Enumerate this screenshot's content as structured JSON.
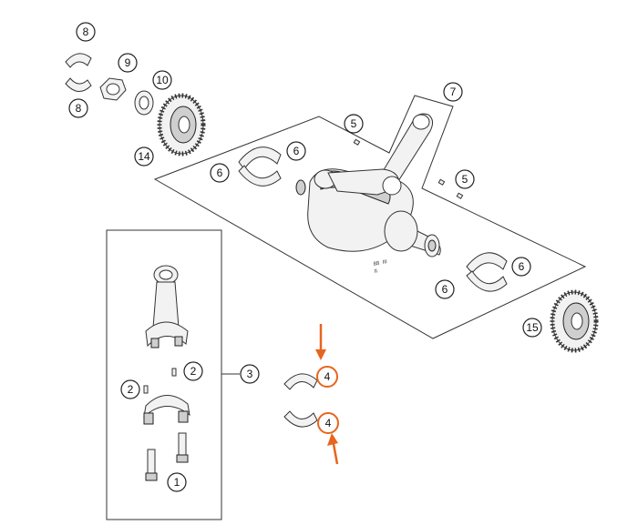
{
  "diagram": {
    "callouts": {
      "c1": "1",
      "c2a": "2",
      "c2b": "2",
      "c3": "3",
      "c4a": "4",
      "c4b": "4",
      "c5a": "5",
      "c5b": "5",
      "c6a": "6",
      "c6b": "6",
      "c6c": "6",
      "c6d": "6",
      "c7": "7",
      "c8a": "8",
      "c8b": "8",
      "c9": "9",
      "c10": "10",
      "c14": "14",
      "c15": "15"
    },
    "stamp_text": [
      "88",
      "II",
      "III"
    ],
    "highlight_color": "#e8641c"
  }
}
